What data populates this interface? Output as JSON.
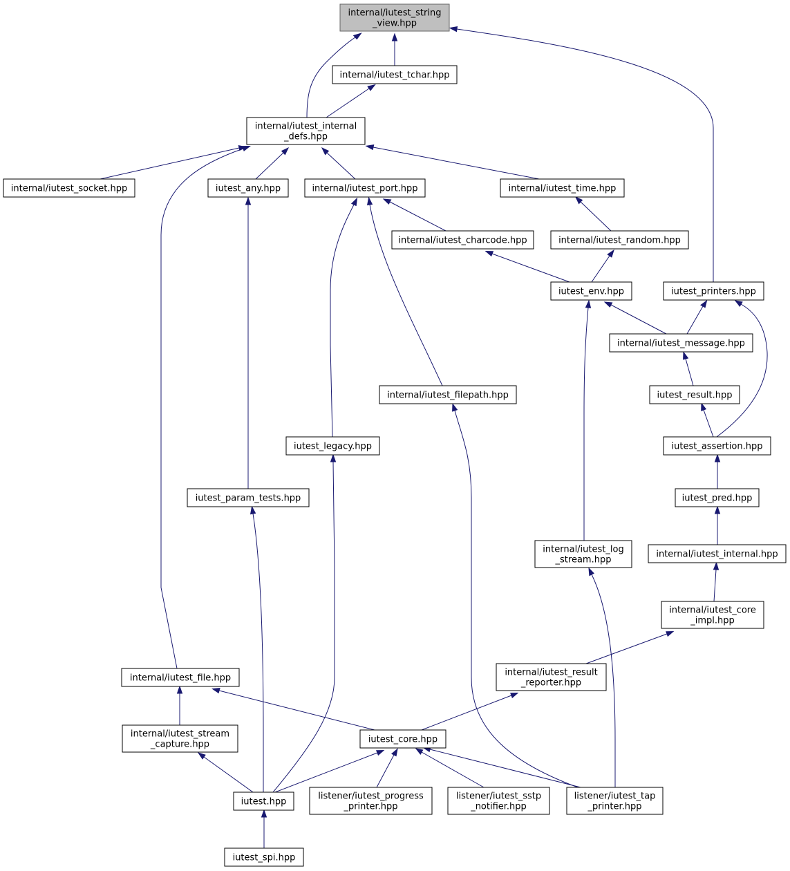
{
  "nodes": [
    {
      "id": "string_view",
      "lines": [
        "internal/iutest_string",
        "_view.hpp"
      ],
      "highlight": true
    },
    {
      "id": "tchar",
      "lines": [
        "internal/iutest_tchar.hpp"
      ]
    },
    {
      "id": "internal_defs",
      "lines": [
        "internal/iutest_internal",
        "_defs.hpp"
      ]
    },
    {
      "id": "socket",
      "lines": [
        "internal/iutest_socket.hpp"
      ]
    },
    {
      "id": "any",
      "lines": [
        "iutest_any.hpp"
      ]
    },
    {
      "id": "port",
      "lines": [
        "internal/iutest_port.hpp"
      ]
    },
    {
      "id": "time",
      "lines": [
        "internal/iutest_time.hpp"
      ]
    },
    {
      "id": "charcode",
      "lines": [
        "internal/iutest_charcode.hpp"
      ]
    },
    {
      "id": "random",
      "lines": [
        "internal/iutest_random.hpp"
      ]
    },
    {
      "id": "env",
      "lines": [
        "iutest_env.hpp"
      ]
    },
    {
      "id": "printers",
      "lines": [
        "iutest_printers.hpp"
      ]
    },
    {
      "id": "message",
      "lines": [
        "internal/iutest_message.hpp"
      ]
    },
    {
      "id": "filepath",
      "lines": [
        "internal/iutest_filepath.hpp"
      ]
    },
    {
      "id": "result",
      "lines": [
        "iutest_result.hpp"
      ]
    },
    {
      "id": "legacy",
      "lines": [
        "iutest_legacy.hpp"
      ]
    },
    {
      "id": "assertion",
      "lines": [
        "iutest_assertion.hpp"
      ]
    },
    {
      "id": "param_tests",
      "lines": [
        "iutest_param_tests.hpp"
      ]
    },
    {
      "id": "pred",
      "lines": [
        "iutest_pred.hpp"
      ]
    },
    {
      "id": "log_stream",
      "lines": [
        "internal/iutest_log",
        "_stream.hpp"
      ]
    },
    {
      "id": "internal",
      "lines": [
        "internal/iutest_internal.hpp"
      ]
    },
    {
      "id": "core_impl",
      "lines": [
        "internal/iutest_core",
        "_impl.hpp"
      ]
    },
    {
      "id": "file",
      "lines": [
        "internal/iutest_file.hpp"
      ]
    },
    {
      "id": "result_reporter",
      "lines": [
        "internal/iutest_result",
        "_reporter.hpp"
      ]
    },
    {
      "id": "stream_capture",
      "lines": [
        "internal/iutest_stream",
        "_capture.hpp"
      ]
    },
    {
      "id": "core",
      "lines": [
        "iutest_core.hpp"
      ]
    },
    {
      "id": "iutest",
      "lines": [
        "iutest.hpp"
      ]
    },
    {
      "id": "progress",
      "lines": [
        "listener/iutest_progress",
        "_printer.hpp"
      ]
    },
    {
      "id": "sstp",
      "lines": [
        "listener/iutest_sstp",
        "_notifier.hpp"
      ]
    },
    {
      "id": "tap",
      "lines": [
        "listener/iutest_tap",
        "_printer.hpp"
      ]
    },
    {
      "id": "spi",
      "lines": [
        "iutest_spi.hpp"
      ]
    }
  ],
  "edges": [
    {
      "from": "tchar",
      "to": "string_view"
    },
    {
      "from": "internal_defs",
      "to": "string_view"
    },
    {
      "from": "printers",
      "to": "string_view"
    },
    {
      "from": "internal_defs",
      "to": "tchar"
    },
    {
      "from": "socket",
      "to": "internal_defs"
    },
    {
      "from": "any",
      "to": "internal_defs"
    },
    {
      "from": "port",
      "to": "internal_defs"
    },
    {
      "from": "time",
      "to": "internal_defs"
    },
    {
      "from": "file",
      "to": "internal_defs"
    },
    {
      "from": "param_tests",
      "to": "any"
    },
    {
      "from": "charcode",
      "to": "port"
    },
    {
      "from": "filepath",
      "to": "port"
    },
    {
      "from": "legacy",
      "to": "port"
    },
    {
      "from": "random",
      "to": "time"
    },
    {
      "from": "env",
      "to": "charcode"
    },
    {
      "from": "env",
      "to": "random"
    },
    {
      "from": "message",
      "to": "env"
    },
    {
      "from": "log_stream",
      "to": "env"
    },
    {
      "from": "message",
      "to": "printers"
    },
    {
      "from": "assertion",
      "to": "printers"
    },
    {
      "from": "result",
      "to": "message"
    },
    {
      "from": "assertion",
      "to": "result"
    },
    {
      "from": "pred",
      "to": "assertion"
    },
    {
      "from": "internal",
      "to": "pred"
    },
    {
      "from": "core_impl",
      "to": "internal"
    },
    {
      "from": "result_reporter",
      "to": "core_impl"
    },
    {
      "from": "core",
      "to": "result_reporter"
    },
    {
      "from": "stream_capture",
      "to": "file"
    },
    {
      "from": "core",
      "to": "file"
    },
    {
      "from": "iutest",
      "to": "stream_capture"
    },
    {
      "from": "iutest",
      "to": "core"
    },
    {
      "from": "iutest",
      "to": "param_tests"
    },
    {
      "from": "iutest",
      "to": "legacy"
    },
    {
      "from": "progress",
      "to": "core"
    },
    {
      "from": "sstp",
      "to": "core"
    },
    {
      "from": "tap",
      "to": "core"
    },
    {
      "from": "tap",
      "to": "filepath"
    },
    {
      "from": "tap",
      "to": "log_stream"
    },
    {
      "from": "spi",
      "to": "iutest"
    }
  ],
  "colors": {
    "edge": "#191970",
    "root_fill": "#bfbfbf",
    "root_stroke": "#666666",
    "node_fill": "#ffffff",
    "node_stroke": "#000000"
  }
}
